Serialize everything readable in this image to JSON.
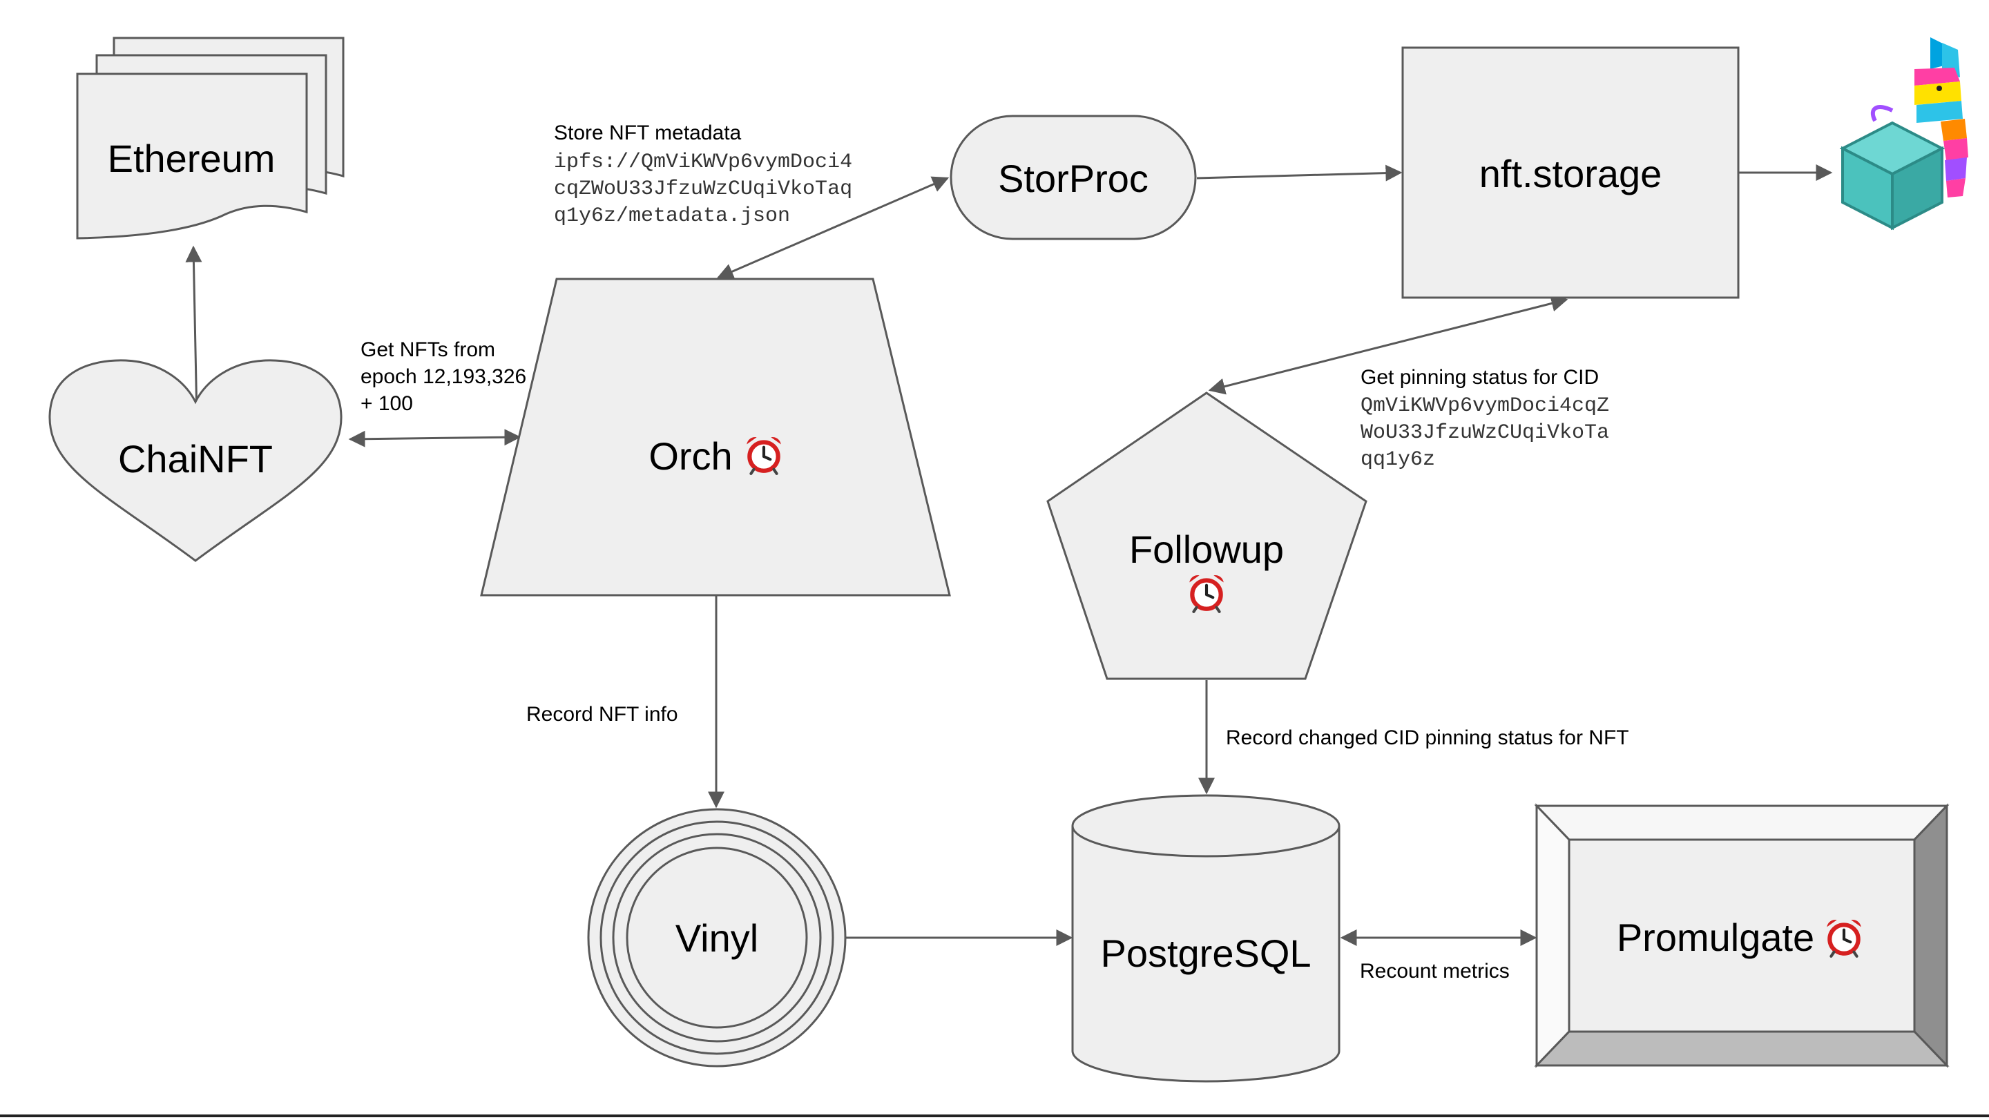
{
  "nodes": {
    "ethereum": "Ethereum",
    "chainft": "ChaiNFT",
    "orch": "Orch",
    "storproc": "StorProc",
    "nft_storage": "nft.storage",
    "followup": "Followup",
    "vinyl": "Vinyl",
    "postgresql": "PostgreSQL",
    "promulgate": "Promulgate"
  },
  "alarm_emoji": "⏰",
  "edges": {
    "get_nfts": [
      "Get NFTs from",
      "epoch 12,193,326",
      "+ 100"
    ],
    "store_metadata": {
      "title": "Store NFT metadata",
      "lines": [
        "ipfs://QmViKWVp6vymDoci4",
        "cqZWoU33JfzuWzCUqiVkoTaq",
        "q1y6z/metadata.json"
      ]
    },
    "pinning_status": {
      "title": "Get pinning status for CID",
      "lines": [
        "QmViKWVp6vymDoci4cqZ",
        "WoU33JfzuWzCUqiVkoTa",
        "qq1y6z"
      ]
    },
    "record_nft_info": "Record NFT info",
    "record_cid_status": "Record changed CID pinning status for NFT",
    "recount_metrics": "Recount metrics"
  },
  "colors": {
    "shape_fill": "#efefef",
    "shape_stroke": "#595959"
  },
  "icons": [
    "alarm-clock-icon",
    "nft-storage-pinata-logo"
  ]
}
